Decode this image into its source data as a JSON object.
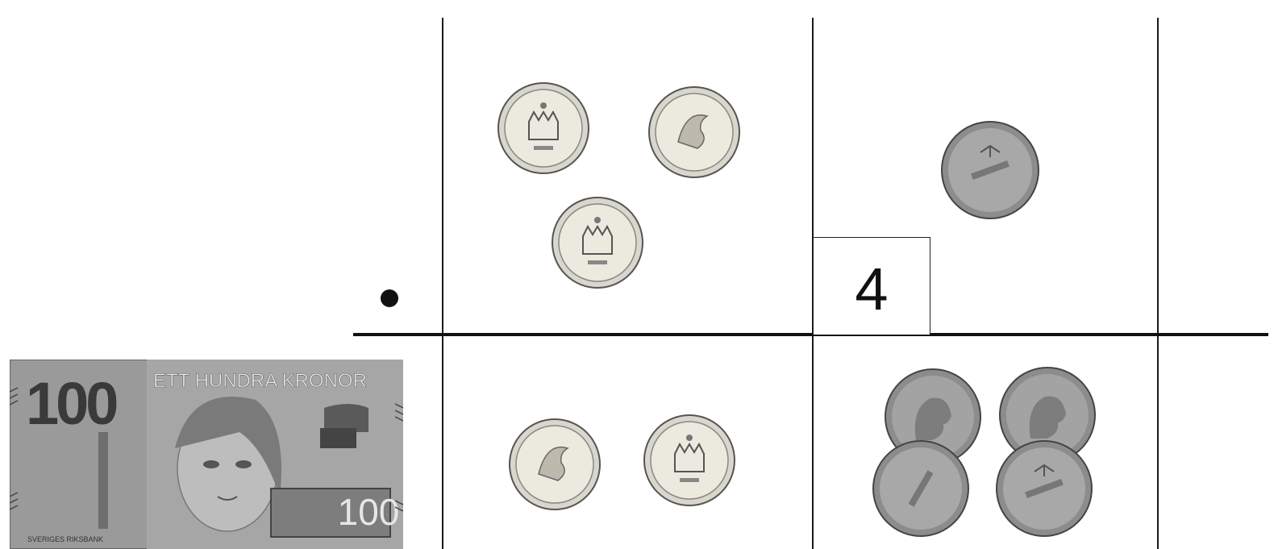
{
  "box_value": "4",
  "banknote": {
    "denomination_large": "100",
    "denomination_small": "100",
    "text": "ETT HUNDRA KRONOR",
    "bank": "SVERIGES RIKSBANK"
  },
  "coins": {
    "ten_kronor_upper": 3,
    "one_krona_upper": 1,
    "ten_kronor_lower": 2,
    "one_krona_lower": 4
  },
  "colors": {
    "line": "#1a1a1a",
    "coin_gold": "#c8c2b0",
    "coin_silver": "#9a9a9a",
    "note": "#8f8f8f"
  }
}
